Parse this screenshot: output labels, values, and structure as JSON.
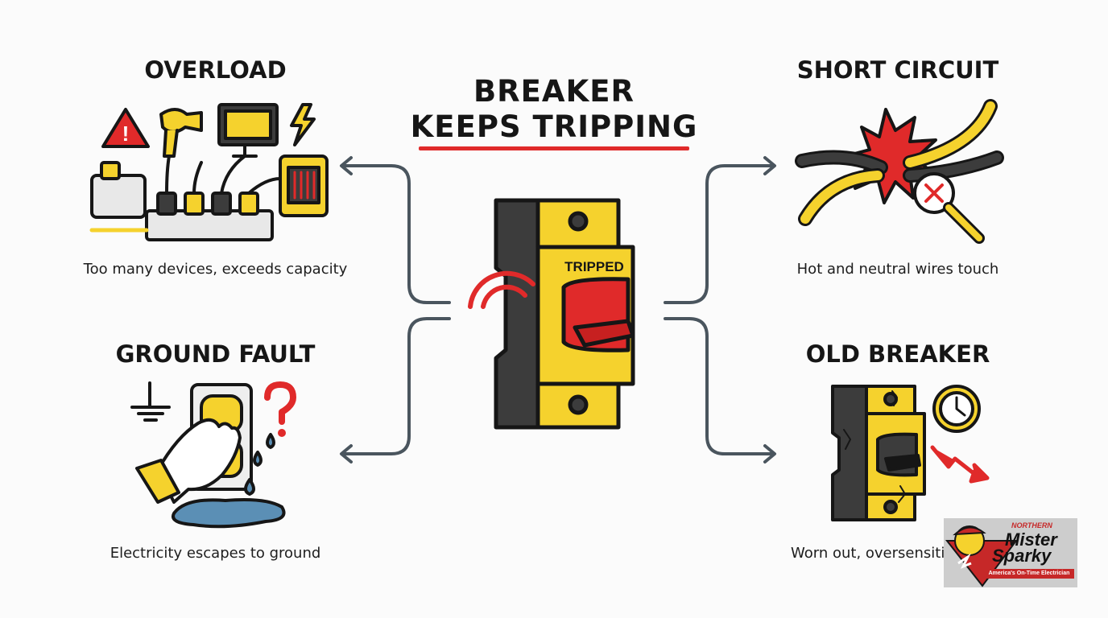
{
  "title": {
    "line1": "BREAKER",
    "line2": "KEEPS TRIPPING"
  },
  "breaker": {
    "label": "TRIPPED"
  },
  "causes": {
    "overload": {
      "heading": "OVERLOAD",
      "caption": "Too many devices, exceeds capacity"
    },
    "short_circuit": {
      "heading": "SHORT CIRCUIT",
      "caption": "Hot and neutral wires touch"
    },
    "ground_fault": {
      "heading": "GROUND FAULT",
      "caption": "Electricity escapes to ground"
    },
    "old_breaker": {
      "heading": "OLD BREAKER",
      "caption": "Worn out, oversensitive"
    }
  },
  "logo": {
    "top": "NORTHERN",
    "line1": "Mister",
    "line2": "Sparky",
    "tagline": "America's On-Time Electrician"
  },
  "colors": {
    "yellow": "#f5d22d",
    "red": "#e02a2a",
    "dark": "#3a3a3a",
    "arrow": "#4a555e",
    "water": "#5b8fb5"
  }
}
